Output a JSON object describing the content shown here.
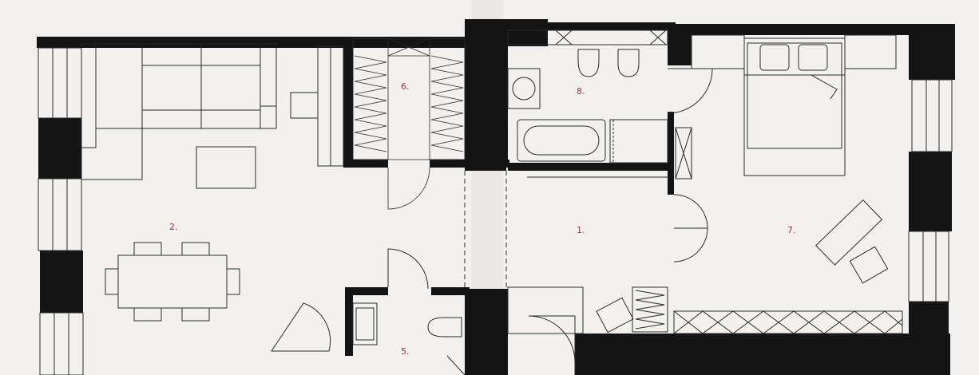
{
  "plan": {
    "colors": {
      "paper": "#f2f1ef",
      "wall": "#141414",
      "line": "#2a2a2a",
      "label": "#b0283a"
    },
    "rooms": [
      {
        "id": "room-1",
        "number": "1."
      },
      {
        "id": "room-2",
        "number": "2."
      },
      {
        "id": "room-5",
        "number": "5."
      },
      {
        "id": "room-6",
        "number": "6."
      },
      {
        "id": "room-7",
        "number": "7."
      },
      {
        "id": "room-8",
        "number": "8."
      }
    ]
  }
}
